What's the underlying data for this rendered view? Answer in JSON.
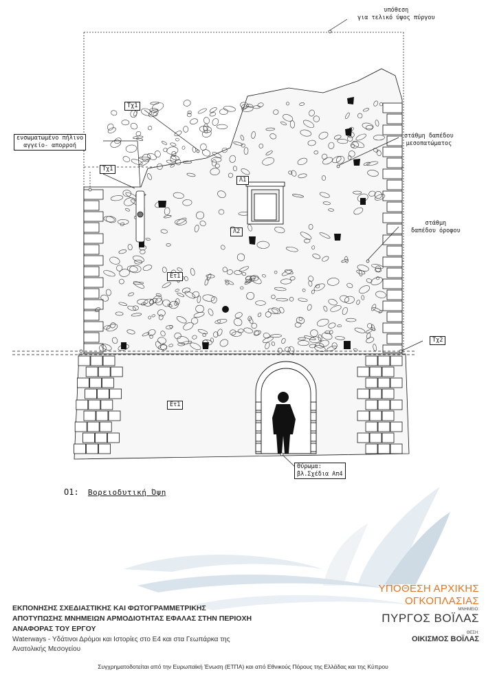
{
  "labels": {
    "hypothesis_top_line1": "υπόθεση",
    "hypothesis_top_line2": "για τελικό ύψος πύργου",
    "tx1_top": "Τχ1",
    "embedded_pipe_line1": "ενσωματωμένο πήλινο",
    "embedded_pipe_line2": "αγγείο- απορροή",
    "tx1_left": "Τχ1",
    "floor_mezz_line1": "στάθμη δαπέδου",
    "floor_mezz_line2": "μεσοπατώματος",
    "l1": "Λ1",
    "l2": "Λ2",
    "floor_upper_line1": "στάθμη",
    "floor_upper_line2": "δαπέδου όροφου",
    "et1_upper": "Ετ1",
    "tx2": "Τχ2",
    "et1_lower": "Ετ1",
    "door_line1": "Θύρωμα:",
    "door_line2": "βλ.Σχέδια Απ4"
  },
  "caption": {
    "code": "Ο1",
    "title": "Βορειοδυτική Όψη"
  },
  "title_block": {
    "left_line1": "ΕΚΠΟΝΗΣΗΣ ΣΧΕΔΙΑΣΤΙΚΗΣ ΚΑΙ ΦΩΤΟΓΡΑΜΜΕΤΡΙΚΗΣ",
    "left_line2": "ΑΠΟΤΥΠΩΣΗΣ ΜΝΗΜΕΙΩΝ ΑΡΜΟΔΙΟΤΗΤΑΣ ΕΦΑΛΑΣ ΣΤΗΝ ΠΕΡΙΟΧΗ",
    "left_line3": "ΑΝΑΦΟΡΑΣ ΤΟΥ ΕΡΓΟΥ",
    "left_line4": "Waterways -  Υδάτινοι Δρόμοι και Ιστορίες στο Ε4 και στα Γεωπάρκα της",
    "left_line5": "Ανατολικής Μεσογείου",
    "right_title_line1": "ΥΠΟΘΕΣΗ ΑΡΧΙΚΗΣ",
    "right_title_line2": "ΟΓΚΟΠΛΑΣΙΑΣ",
    "monument_caption": "ΜΝΗΜΕΙΟ:",
    "monument": "ΠΥΡΓΟΣ ΒΟΪΛΑΣ",
    "position_caption": "ΘΕΣΗ:",
    "position": "ΟΙΚΙΣΜΟΣ ΒΟΪΛΑΣ",
    "footer": "Συγχρηματοδοτείται από την Ευρωπαϊκή Ένωση (ΕΤΠΑ) και από Εθνικούς Πόρους της Ελλάδας και της Κύπρου"
  },
  "colors": {
    "accent": "#e8731a",
    "logo_light": "#dfe7ee",
    "logo_mid": "#b8c8d8"
  }
}
